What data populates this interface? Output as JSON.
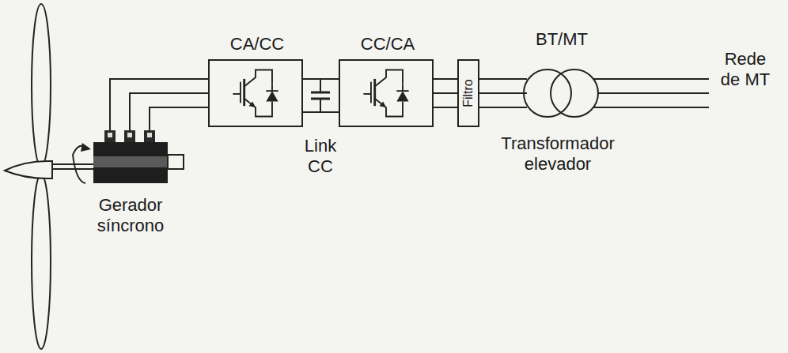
{
  "diagram": {
    "nodes": [
      {
        "text": [
          "Gerador síncrono"
        ]
      },
      {
        "text": [
          "CA/CC"
        ]
      },
      {
        "text": [
          "CC/CA"
        ]
      },
      {
        "text": [
          "Filtro"
        ]
      },
      {
        "text": [
          "BT/MT",
          "Transformador elevador"
        ]
      }
    ],
    "edges": [
      {
        "from": 0,
        "to": 1,
        "arrow": "none"
      },
      {
        "from": 1,
        "to": 2,
        "arrow": "none"
      },
      {
        "from": 2,
        "to": 3,
        "arrow": "none"
      },
      {
        "from": 3,
        "to": 4,
        "arrow": "none"
      }
    ],
    "labels": [
      "Link CC",
      "Rede de MT"
    ]
  }
}
